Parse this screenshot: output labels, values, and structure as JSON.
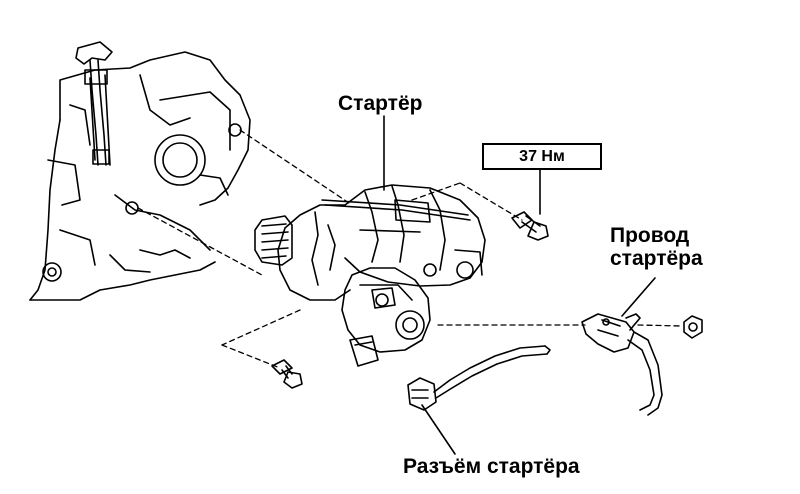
{
  "labels": {
    "starter": "Стартёр",
    "torque": "37 Нм",
    "starter_wire_line1": "Провод",
    "starter_wire_line2": "стартёра",
    "starter_connector": "Разъём стартёра"
  }
}
